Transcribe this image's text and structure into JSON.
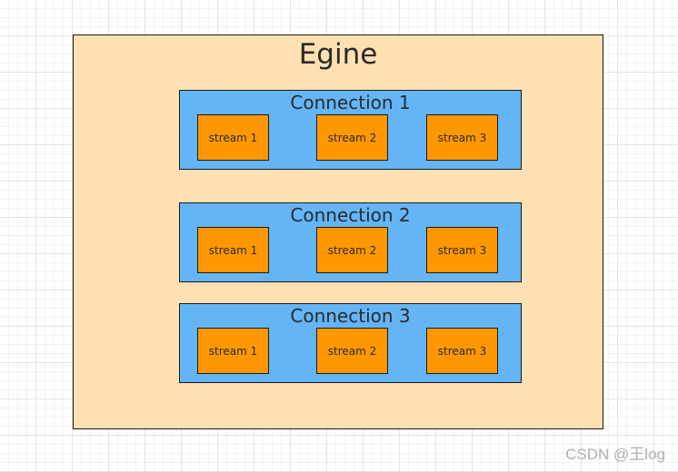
{
  "engine": {
    "title": "Egine",
    "connections": [
      {
        "title": "Connection 1",
        "streams": [
          "stream 1",
          "stream 2",
          "stream 3"
        ]
      },
      {
        "title": "Connection 2",
        "streams": [
          "stream 1",
          "stream 2",
          "stream 3"
        ]
      },
      {
        "title": "Connection 3",
        "streams": [
          "stream 1",
          "stream 2",
          "stream 3"
        ]
      }
    ]
  },
  "watermark": "CSDN @王log",
  "colors": {
    "engine_fill": "#ffe0b2",
    "connection_fill": "#64b5f6",
    "stream_fill": "#ff9800",
    "border": "#1a1a1a"
  }
}
